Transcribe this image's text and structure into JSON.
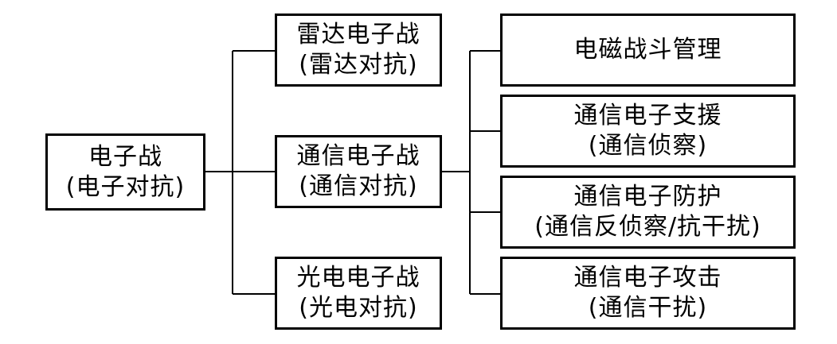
{
  "root": {
    "line1": "电子战",
    "line2": "(电子对抗)"
  },
  "level1": {
    "radar": {
      "line1": "雷达电子战",
      "line2": "(雷达对抗)"
    },
    "comm": {
      "line1": "通信电子战",
      "line2": "(通信对抗)"
    },
    "optical": {
      "line1": "光电电子战",
      "line2": "(光电对抗)"
    }
  },
  "level2": {
    "management": {
      "line1": "电磁战斗管理"
    },
    "support": {
      "line1": "通信电子支援",
      "line2": "(通信侦察)"
    },
    "protection": {
      "line1": "通信电子防护",
      "line2": "(通信反侦察/抗干扰)"
    },
    "attack": {
      "line1": "通信电子攻击",
      "line2": "(通信干扰)"
    }
  },
  "colors": {
    "stroke": "#000000",
    "background": "#ffffff"
  }
}
